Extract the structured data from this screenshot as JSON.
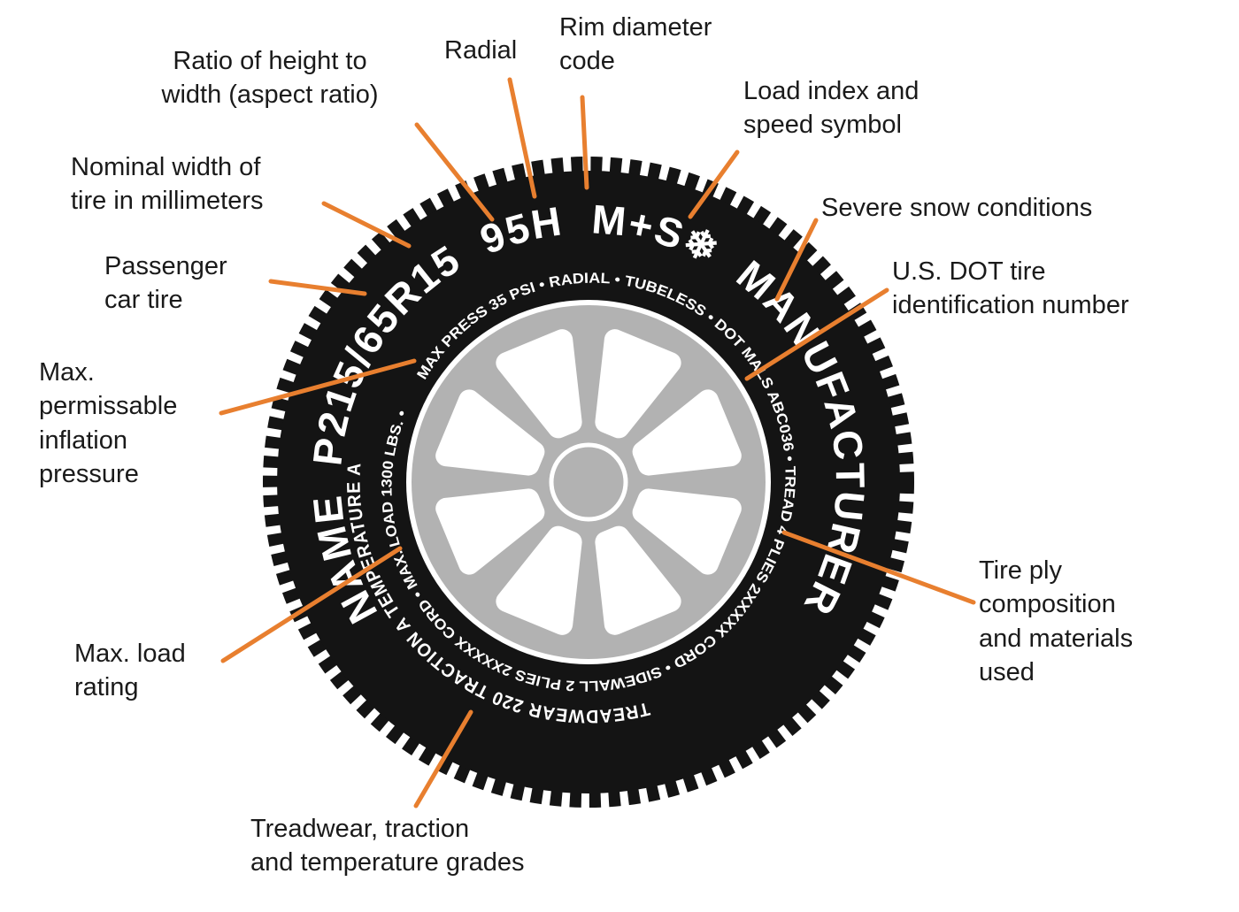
{
  "colors": {
    "background": "#ffffff",
    "tire": "#141414",
    "wheel_gray": "#b2b2b2",
    "tire_text": "#ffffff",
    "leader_line": "#e87f2f",
    "label_text": "#1a1a1a"
  },
  "tire": {
    "sidewall_main_text": "NAME  P215/65R15  95H  M+S❄  MANUFACTURER",
    "sidewall_detail_text": "MAX PRESS 35 PSI • RADIAL • TUBELESS • DOT MALS ABC036 • TREAD 4 PLIES 2XXXXX CORD • SIDEWALL 2 PLIES 2XXXXX CORD • MAX. LOAD 1300 LBS. •",
    "grades_text": "TREADWEAR 220 TRACTION A TEMPERATURE A",
    "size_code": "P215/65R15",
    "load_speed_code": "95H",
    "snow_code": "M+S",
    "dot_code": "DOT MALS ABC036"
  },
  "labels": [
    {
      "id": "aspect-ratio",
      "text": "Ratio of height to\nwidth (aspect ratio)"
    },
    {
      "id": "radial",
      "text": "Radial"
    },
    {
      "id": "rim-diameter",
      "text": "Rim diameter\ncode"
    },
    {
      "id": "load-index",
      "text": "Load index and\nspeed symbol"
    },
    {
      "id": "nominal-width",
      "text": "Nominal width of\ntire in millimeters"
    },
    {
      "id": "passenger",
      "text": "Passenger\ncar tire"
    },
    {
      "id": "severe-snow",
      "text": "Severe snow conditions"
    },
    {
      "id": "dot-id",
      "text": "U.S. DOT tire\nidentification number"
    },
    {
      "id": "max-pressure",
      "text": "Max.\npermissable\ninflation\npressure"
    },
    {
      "id": "max-load",
      "text": "Max. load\nrating"
    },
    {
      "id": "tire-ply",
      "text": "Tire ply\ncomposition\nand materials\nused"
    },
    {
      "id": "treadwear",
      "text": "Treadwear, traction\nand temperature grades"
    }
  ]
}
